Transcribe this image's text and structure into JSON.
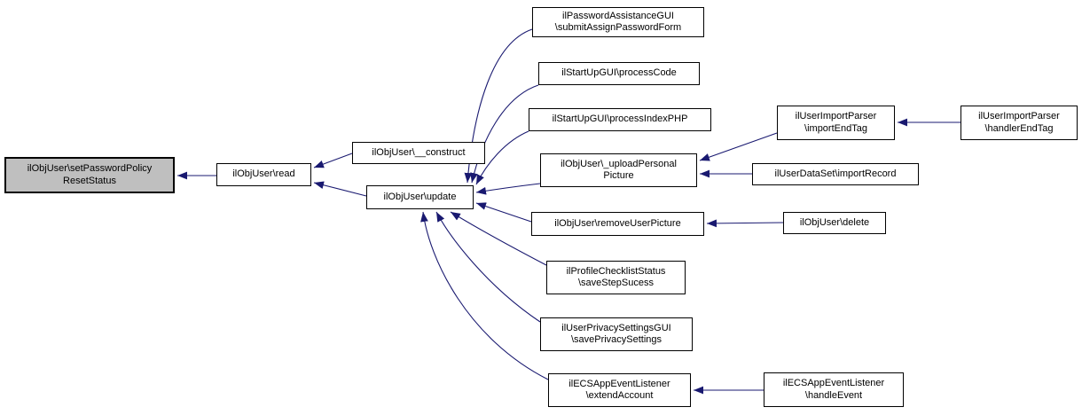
{
  "diagram": {
    "type": "caller-graph",
    "colors": {
      "edge": "#191970",
      "node_border": "#000000",
      "node_fill": "#ffffff",
      "current_node_fill": "#bfbfbf",
      "background": "#ffffff"
    },
    "nodes": [
      {
        "id": "setPasswordPolicyResetStatus",
        "label": "ilObjUser\\setPasswordPolicy\nResetStatus",
        "current": true
      },
      {
        "id": "read",
        "label": "ilObjUser\\read"
      },
      {
        "id": "construct",
        "label": "ilObjUser\\__construct"
      },
      {
        "id": "update",
        "label": "ilObjUser\\update"
      },
      {
        "id": "submitAssignPasswordForm",
        "label": "ilPasswordAssistanceGUI\n\\submitAssignPasswordForm"
      },
      {
        "id": "processCode",
        "label": "ilStartUpGUI\\processCode"
      },
      {
        "id": "processIndexPHP",
        "label": "ilStartUpGUI\\processIndexPHP"
      },
      {
        "id": "uploadPersonalPicture",
        "label": "ilObjUser\\_uploadPersonal\nPicture"
      },
      {
        "id": "removeUserPicture",
        "label": "ilObjUser\\removeUserPicture"
      },
      {
        "id": "saveStepSucess",
        "label": "ilProfileChecklistStatus\n\\saveStepSucess"
      },
      {
        "id": "savePrivacySettings",
        "label": "ilUserPrivacySettingsGUI\n\\savePrivacySettings"
      },
      {
        "id": "extendAccount",
        "label": "ilECSAppEventListener\n\\extendAccount"
      },
      {
        "id": "importEndTag",
        "label": "ilUserImportParser\n\\importEndTag"
      },
      {
        "id": "handlerEndTag",
        "label": "ilUserImportParser\n\\handlerEndTag"
      },
      {
        "id": "importRecord",
        "label": "ilUserDataSet\\importRecord"
      },
      {
        "id": "delete",
        "label": "ilObjUser\\delete"
      },
      {
        "id": "handleEvent",
        "label": "ilECSAppEventListener\n\\handleEvent"
      }
    ],
    "edges": [
      {
        "from": "read",
        "to": "setPasswordPolicyResetStatus"
      },
      {
        "from": "construct",
        "to": "read"
      },
      {
        "from": "update",
        "to": "read"
      },
      {
        "from": "submitAssignPasswordForm",
        "to": "update"
      },
      {
        "from": "processCode",
        "to": "update"
      },
      {
        "from": "processIndexPHP",
        "to": "update"
      },
      {
        "from": "uploadPersonalPicture",
        "to": "update"
      },
      {
        "from": "removeUserPicture",
        "to": "update"
      },
      {
        "from": "saveStepSucess",
        "to": "update"
      },
      {
        "from": "savePrivacySettings",
        "to": "update"
      },
      {
        "from": "extendAccount",
        "to": "update"
      },
      {
        "from": "importEndTag",
        "to": "uploadPersonalPicture"
      },
      {
        "from": "importRecord",
        "to": "uploadPersonalPicture"
      },
      {
        "from": "handlerEndTag",
        "to": "importEndTag"
      },
      {
        "from": "delete",
        "to": "removeUserPicture"
      },
      {
        "from": "handleEvent",
        "to": "extendAccount"
      }
    ]
  }
}
